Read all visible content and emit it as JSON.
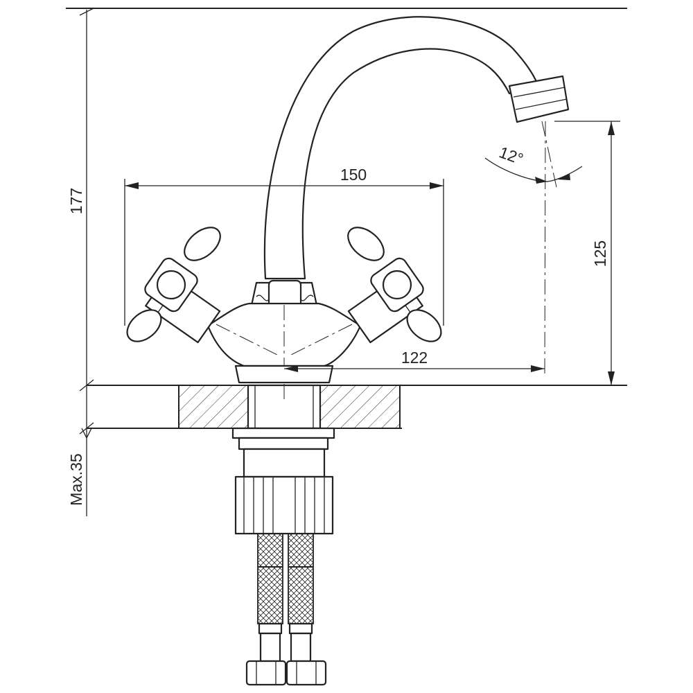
{
  "dimensions": {
    "overall_height": "177",
    "handle_span": "150",
    "spout_angle": "12°",
    "spout_height": "125",
    "spout_reach": "122",
    "max_mount_thickness": "Max.35"
  }
}
